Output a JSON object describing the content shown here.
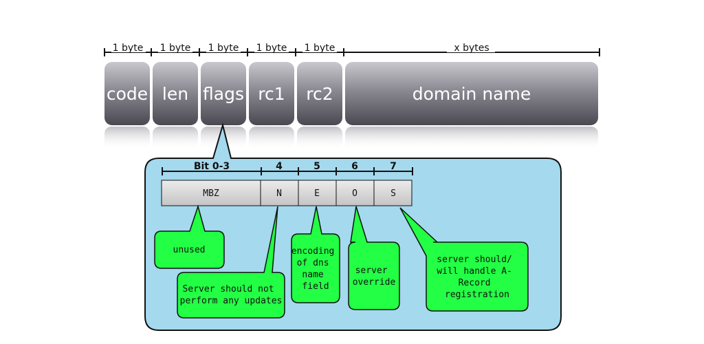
{
  "fields": [
    {
      "name": "code",
      "size": "1 byte"
    },
    {
      "name": "len",
      "size": "1 byte"
    },
    {
      "name": "flags",
      "size": "1 byte"
    },
    {
      "name": "rc1",
      "size": "1 byte"
    },
    {
      "name": "rc2",
      "size": "1 byte"
    },
    {
      "name": "domain name",
      "size": "x bytes"
    }
  ],
  "bits": [
    {
      "label": "Bit 0-3",
      "cell": "MBZ"
    },
    {
      "label": "4",
      "cell": "N"
    },
    {
      "label": "5",
      "cell": "E"
    },
    {
      "label": "6",
      "cell": "O"
    },
    {
      "label": "7",
      "cell": "S"
    }
  ],
  "notes": {
    "mbz": [
      "unused"
    ],
    "n": [
      "Server should not",
      "perform any updates"
    ],
    "e": [
      "encoding",
      "of dns",
      "name",
      "field"
    ],
    "o": [
      "server",
      "override"
    ],
    "s": [
      "server should/",
      "will handle A-",
      "Record",
      "registration"
    ]
  }
}
